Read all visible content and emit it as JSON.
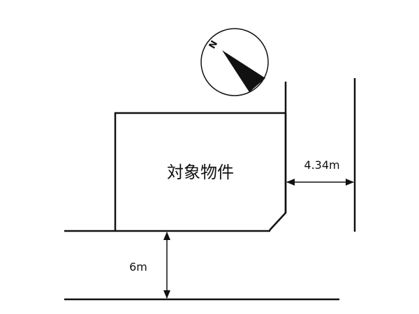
{
  "plan": {
    "property_label": "対象物件",
    "north_label": "N",
    "side_road_width": "4.34m",
    "front_road_width": "6m"
  },
  "colors": {
    "line": "#111111",
    "background": "#ffffff"
  }
}
